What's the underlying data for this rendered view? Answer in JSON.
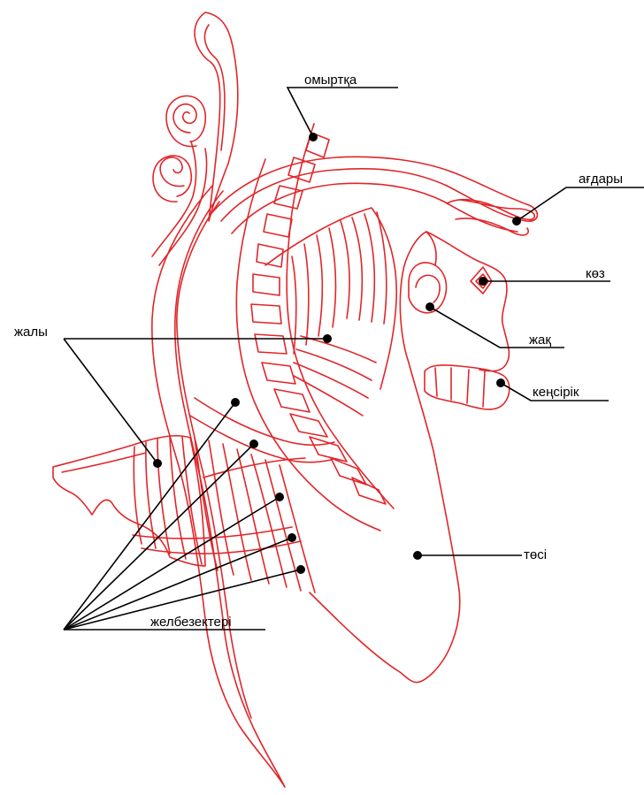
{
  "labels": {
    "omyrtka": "омыртқа",
    "agdary": "ағдары",
    "koz": "көз",
    "zhaly": "жалы",
    "zhak": "жақ",
    "kenirik": "кеңсірік",
    "tosi": "төсі",
    "zhelbezekteri": "желбезектері"
  },
  "colors": {
    "ornament": "#e0262a",
    "leader": "#000000"
  }
}
